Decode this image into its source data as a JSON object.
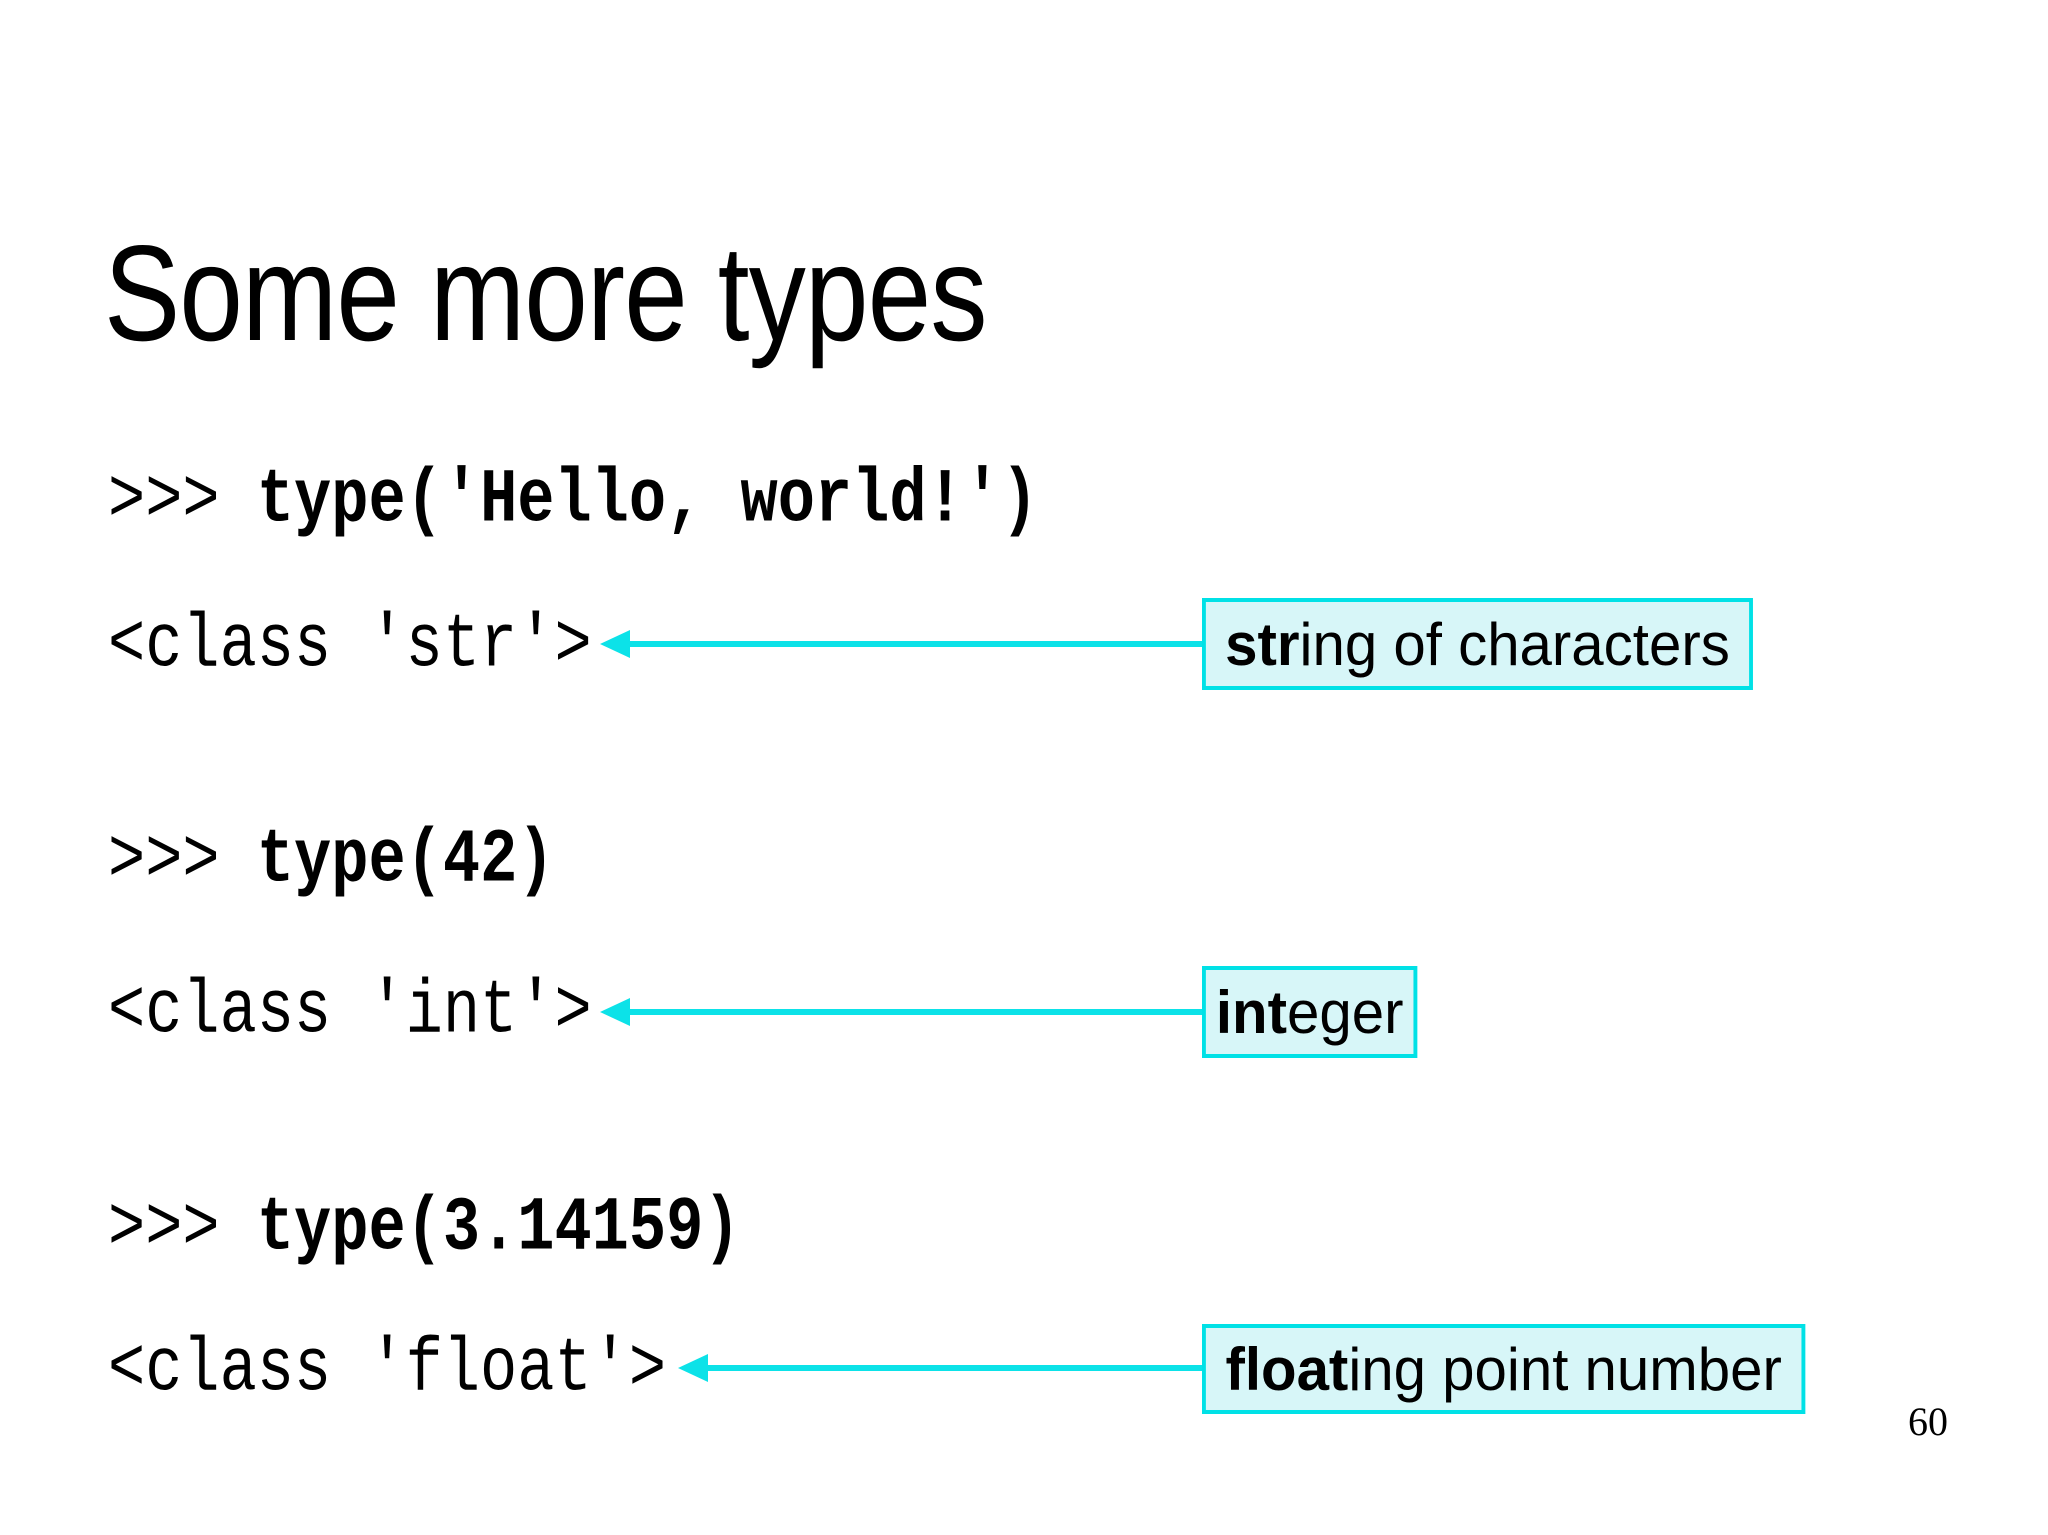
{
  "slide": {
    "title": "Some more types",
    "page_number": "60",
    "colors": {
      "background": "#ffffff",
      "text": "#000000",
      "accent_cyan": "#0ce2e8",
      "callout_fill": "#d7f6f8"
    },
    "examples": [
      {
        "prompt": ">>> ",
        "command": "type('Hello, world!')",
        "output": "<class 'str'>",
        "annotation": {
          "bold": "str",
          "rest": "ing of characters"
        }
      },
      {
        "prompt": ">>> ",
        "command": "type(42)",
        "output": "<class 'int'>",
        "annotation": {
          "bold": "int",
          "rest": "eger"
        }
      },
      {
        "prompt": ">>> ",
        "command": "type(3.14159)",
        "output": "<class 'float'>",
        "annotation": {
          "bold": "float",
          "rest": "ing point number"
        }
      }
    ]
  }
}
